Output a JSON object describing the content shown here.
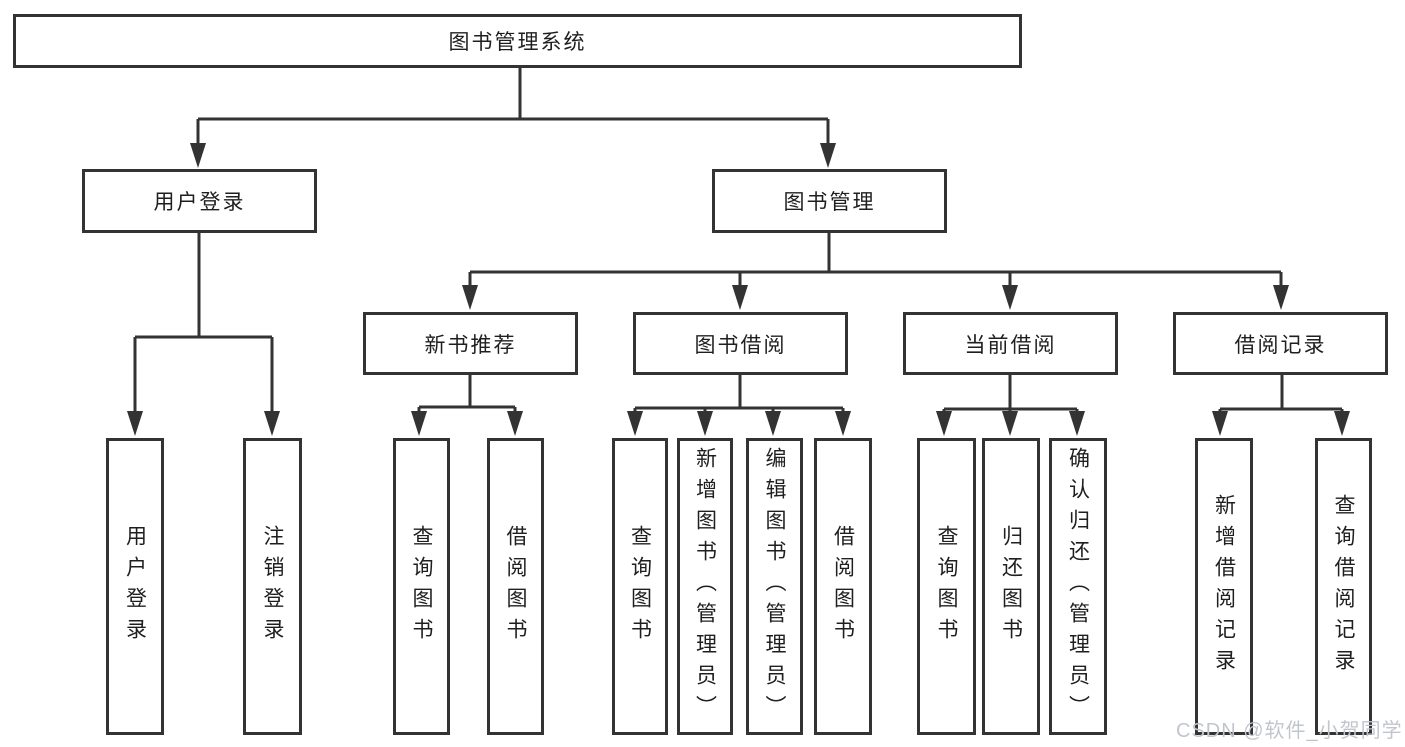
{
  "diagram": {
    "type": "hierarchy",
    "root": {
      "label": "图书管理系统"
    },
    "user_login": {
      "label": "用户登录",
      "children": [
        {
          "label": "用户登录"
        },
        {
          "label": "注销登录"
        }
      ]
    },
    "book_mgmt": {
      "label": "图书管理",
      "children": [
        {
          "label": "新书推荐",
          "children": [
            {
              "label": "查询图书"
            },
            {
              "label": "借阅图书"
            }
          ]
        },
        {
          "label": "图书借阅",
          "children": [
            {
              "label": "查询图书"
            },
            {
              "label": "新增图书（管理员）"
            },
            {
              "label": "编辑图书（管理员）"
            },
            {
              "label": "借阅图书"
            }
          ]
        },
        {
          "label": "当前借阅",
          "children": [
            {
              "label": "查询图书"
            },
            {
              "label": "归还图书"
            },
            {
              "label": "确认归还（管理员）"
            }
          ]
        },
        {
          "label": "借阅记录",
          "children": [
            {
              "label": "新增借阅记录"
            },
            {
              "label": "查询借阅记录"
            }
          ]
        }
      ]
    },
    "colors": {
      "line": "#333333",
      "text": "#1f1f1f",
      "background": "#ffffff",
      "watermark": "#c2c6cc"
    }
  },
  "watermark": "CSDN @软件_小贺同学"
}
